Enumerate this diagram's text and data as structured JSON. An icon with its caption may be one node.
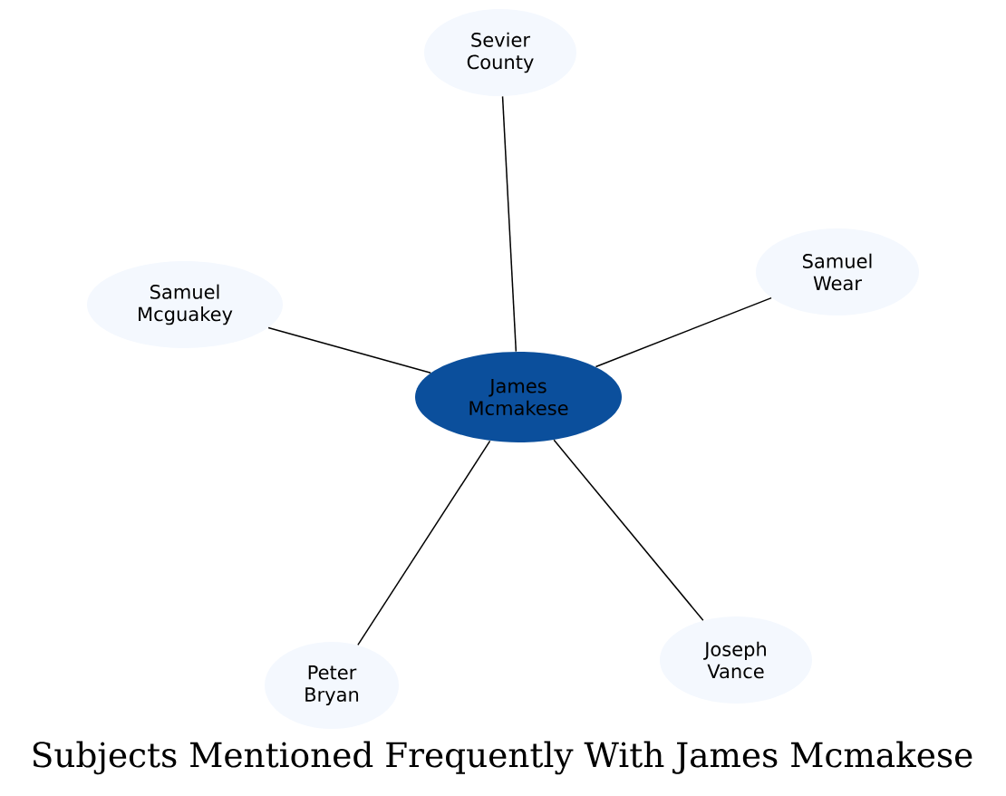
{
  "diagram": {
    "title": "Subjects Mentioned Frequently With James Mcmakese",
    "nodes": [
      {
        "text": [
          "James Mcmakese"
        ]
      },
      {
        "text": [
          "Sevier County"
        ]
      },
      {
        "text": [
          "Samuel Wear"
        ]
      },
      {
        "text": [
          "Samuel Mcguakey"
        ]
      },
      {
        "text": [
          "Joseph Vance"
        ]
      },
      {
        "text": [
          "Peter Bryan"
        ]
      }
    ],
    "edges": [
      {
        "from": 0,
        "to": 1,
        "arrow": "none"
      },
      {
        "from": 0,
        "to": 2,
        "arrow": "none"
      },
      {
        "from": 0,
        "to": 3,
        "arrow": "none"
      },
      {
        "from": 0,
        "to": 4,
        "arrow": "none"
      },
      {
        "from": 0,
        "to": 5,
        "arrow": "none"
      }
    ]
  }
}
